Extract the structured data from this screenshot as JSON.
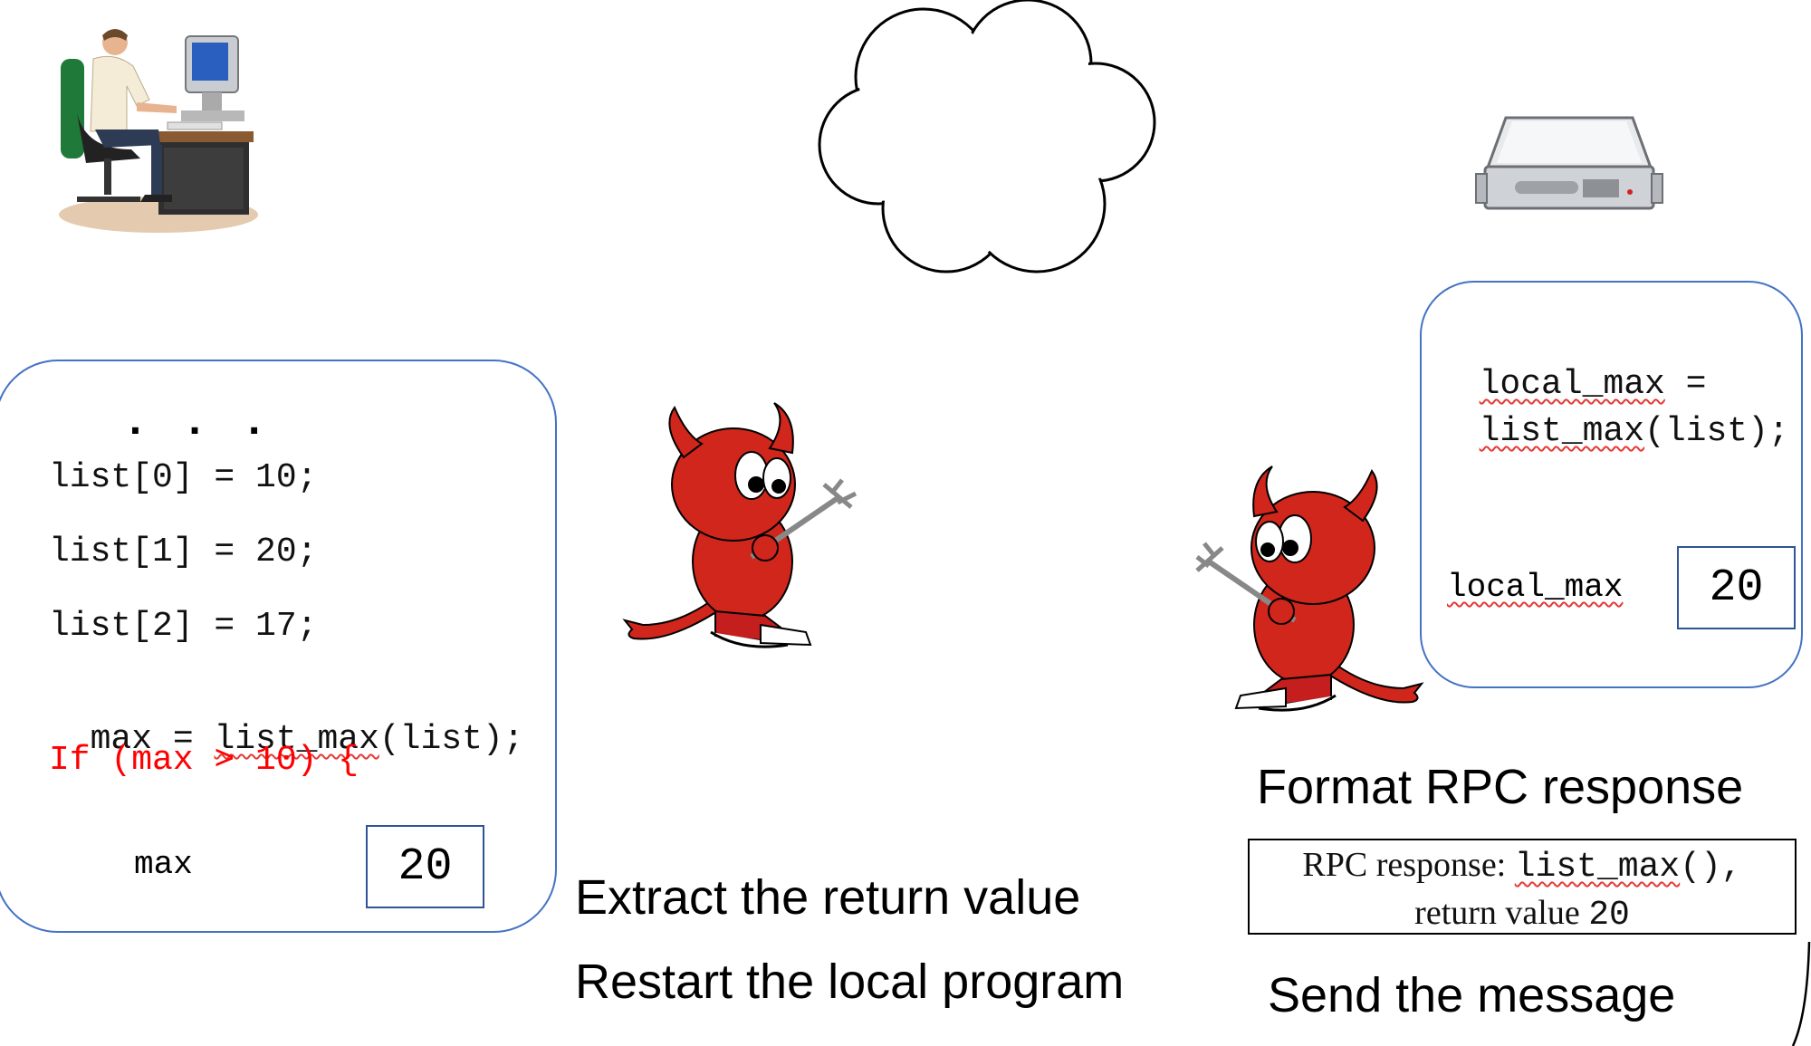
{
  "client_code": {
    "ellipsis": ". . .",
    "lines": [
      "list[0] = 10;",
      "list[1] = 20;",
      "list[2] = 17;"
    ],
    "call_prefix": "max = ",
    "call_func": "list_max",
    "call_suffix": "(list);",
    "if_line": "If (max > 10) {",
    "var_name": "max",
    "var_value": "20"
  },
  "server_code": {
    "line1_func": "local_max",
    "line1_rest": " =",
    "line2_func": "list_max",
    "line2_rest": "(list);",
    "var_name": "local_max",
    "var_value": "20"
  },
  "captions": {
    "extract": "Extract the return value",
    "restart": "Restart the local program",
    "format": "Format RPC response",
    "send": "Send the message"
  },
  "rpc_message": {
    "prefix": "RPC response: ",
    "func": "list_max",
    "func_suffix": "(),",
    "line2": "return value ",
    "value": "20"
  },
  "icons": [
    "user-at-computer-icon",
    "cloud-icon",
    "server-icon",
    "daemon-mascot-icon"
  ],
  "colors": {
    "box_border": "#4472c4",
    "highlight_text": "#ff0000",
    "daemon": "#d0261c"
  }
}
